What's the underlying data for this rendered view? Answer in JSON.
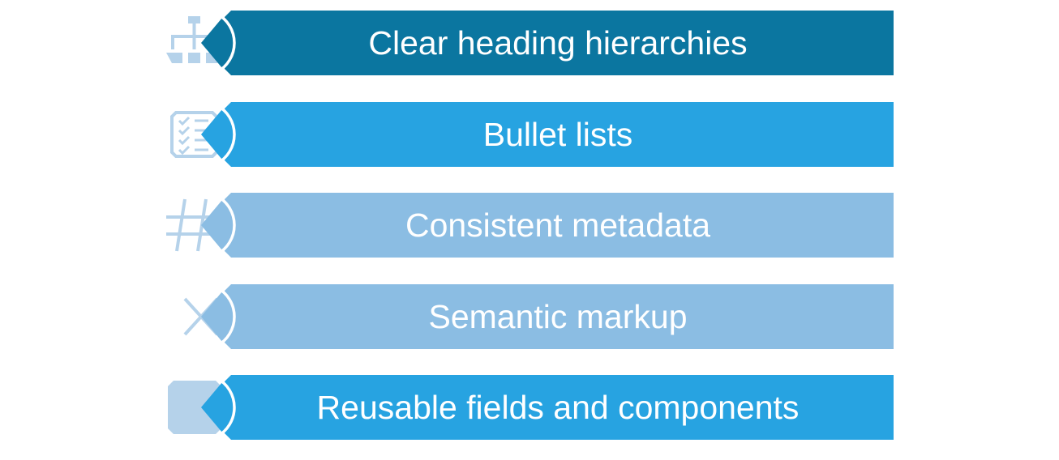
{
  "colors": {
    "icon": "#b5d2ea",
    "separator": "#ffffff",
    "text": "#ffffff"
  },
  "items": [
    {
      "label": "Clear heading hierarchies",
      "icon": "hierarchy-icon",
      "color": "#0b76a0"
    },
    {
      "label": "Bullet lists",
      "icon": "checklist-icon",
      "color": "#27a3e1"
    },
    {
      "label": "Consistent metadata",
      "icon": "hashtag-icon",
      "color": "#8bbde3"
    },
    {
      "label": "Semantic markup",
      "icon": "markup-x-icon",
      "color": "#8bbde3"
    },
    {
      "label": "Reusable fields and components",
      "icon": "component-octagon-icon",
      "color": "#27a3e1"
    }
  ]
}
